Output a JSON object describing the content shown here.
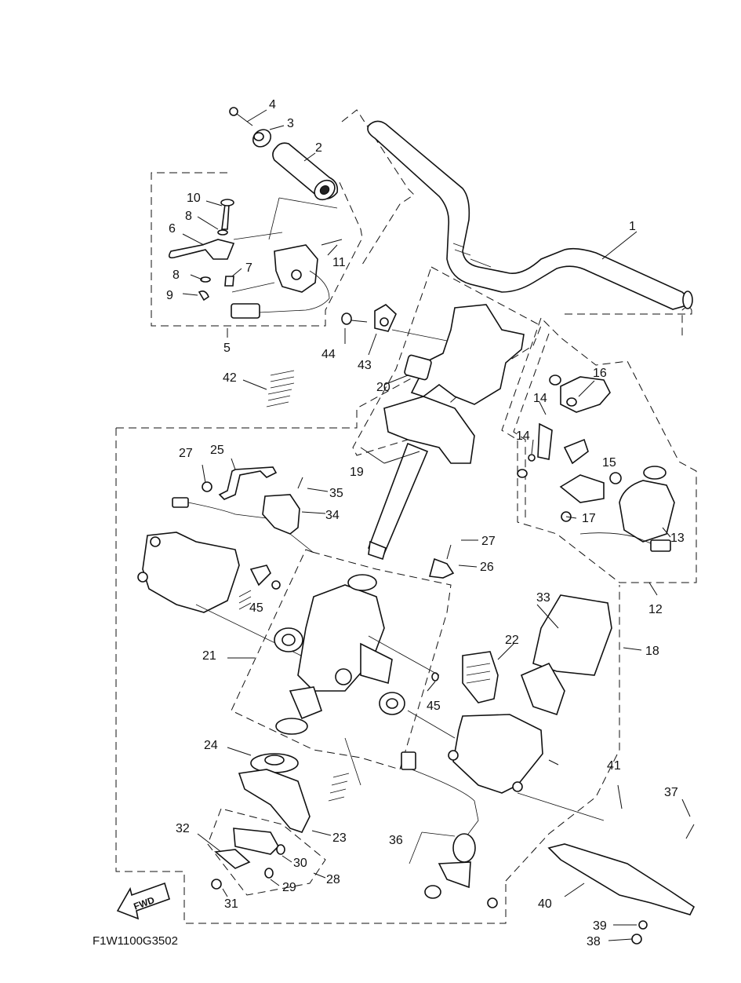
{
  "drawing_code": "F1W1100G3502",
  "fwd_label": "FWD",
  "callouts": {
    "p1": "1",
    "p2": "2",
    "p3": "3",
    "p4": "4",
    "p5": "5",
    "p6": "6",
    "p7": "7",
    "p8a": "8",
    "p8b": "8",
    "p9": "9",
    "p10": "10",
    "p11": "11",
    "p12": "12",
    "p13": "13",
    "p14a": "14",
    "p14b": "14",
    "p15": "15",
    "p16": "16",
    "p17": "17",
    "p18": "18",
    "p19": "19",
    "p20": "20",
    "p21": "21",
    "p22": "22",
    "p23": "23",
    "p24": "24",
    "p25": "25",
    "p26": "26",
    "p27a": "27",
    "p27b": "27",
    "p28": "28",
    "p29": "29",
    "p30": "30",
    "p31": "31",
    "p32": "32",
    "p33": "33",
    "p34": "34",
    "p35": "35",
    "p36": "36",
    "p37": "37",
    "p38": "38",
    "p39": "39",
    "p40": "40",
    "p41": "41",
    "p42": "42",
    "p43": "43",
    "p44": "44",
    "p45a": "45",
    "p45b": "45"
  }
}
